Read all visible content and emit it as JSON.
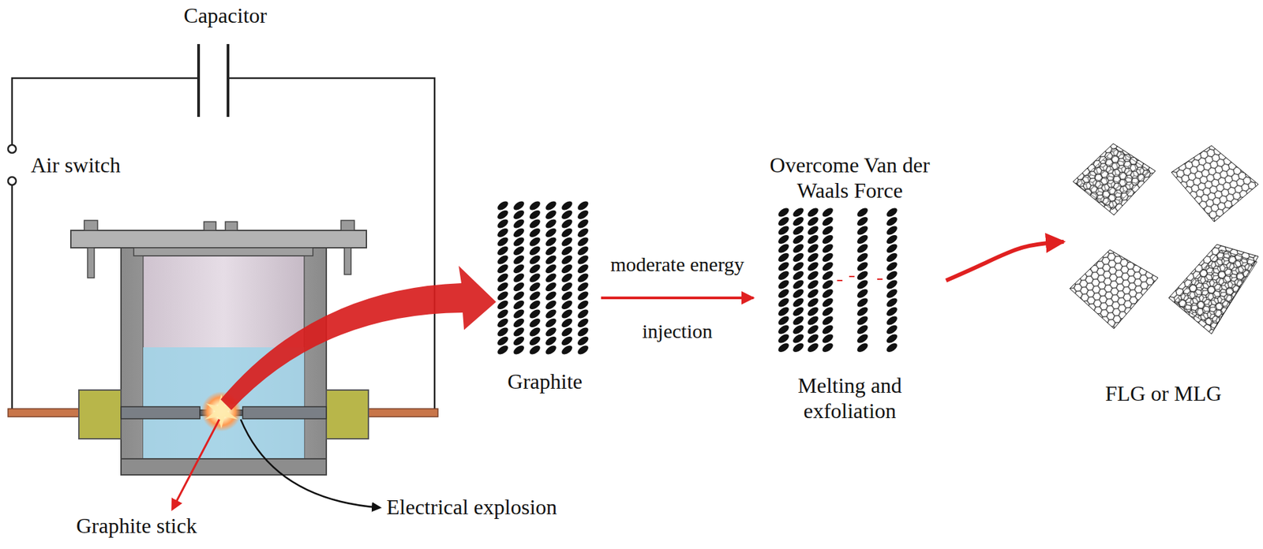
{
  "diagram": {
    "nodes": [
      {
        "text": [
          "Graphite"
        ]
      },
      {
        "text": [
          "Overcome Van der Waals Force",
          "Melting and exfoliation"
        ]
      },
      {
        "text": [
          "FLG or MLG"
        ]
      }
    ],
    "edges": [
      {
        "from": 0,
        "to": 1,
        "arrow": "to",
        "label": "moderate energy injection"
      },
      {
        "from": 1,
        "to": 2,
        "arrow": "to"
      }
    ],
    "labels": [
      "Capacitor",
      "Air switch",
      "Graphite stick",
      "Electrical explosion"
    ]
  }
}
